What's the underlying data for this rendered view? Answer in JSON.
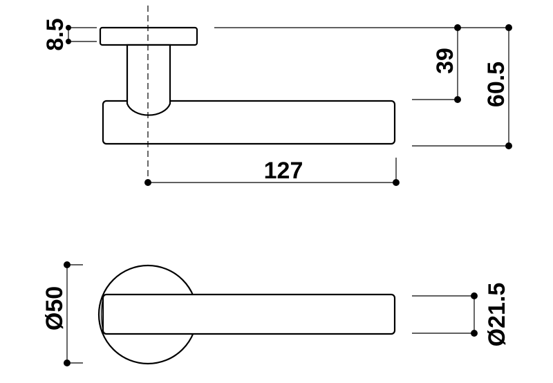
{
  "dimensions": {
    "rose_thickness": "8.5",
    "rose_to_lever": "39",
    "total_height": "60.5",
    "lever_length": "127",
    "rose_diameter": "Ø50",
    "lever_diameter": "Ø21.5"
  },
  "colors": {
    "ink": "#000000",
    "paper": "#ffffff"
  }
}
